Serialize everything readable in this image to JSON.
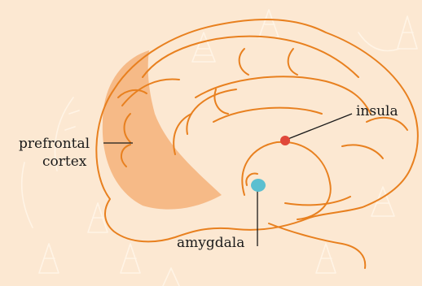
{
  "diagram": {
    "labels": {
      "prefrontal_line1": "prefrontal",
      "prefrontal_line2": "cortex",
      "insula": "insula",
      "amygdala": "amygdala"
    },
    "colors": {
      "background": "#fce8d2",
      "outline": "#e8801f",
      "prefrontal_fill": "#f5b27a",
      "insula_dot": "#e0473a",
      "amygdala_dot": "#5bbfd0",
      "leader": "#1a1a1a"
    }
  }
}
